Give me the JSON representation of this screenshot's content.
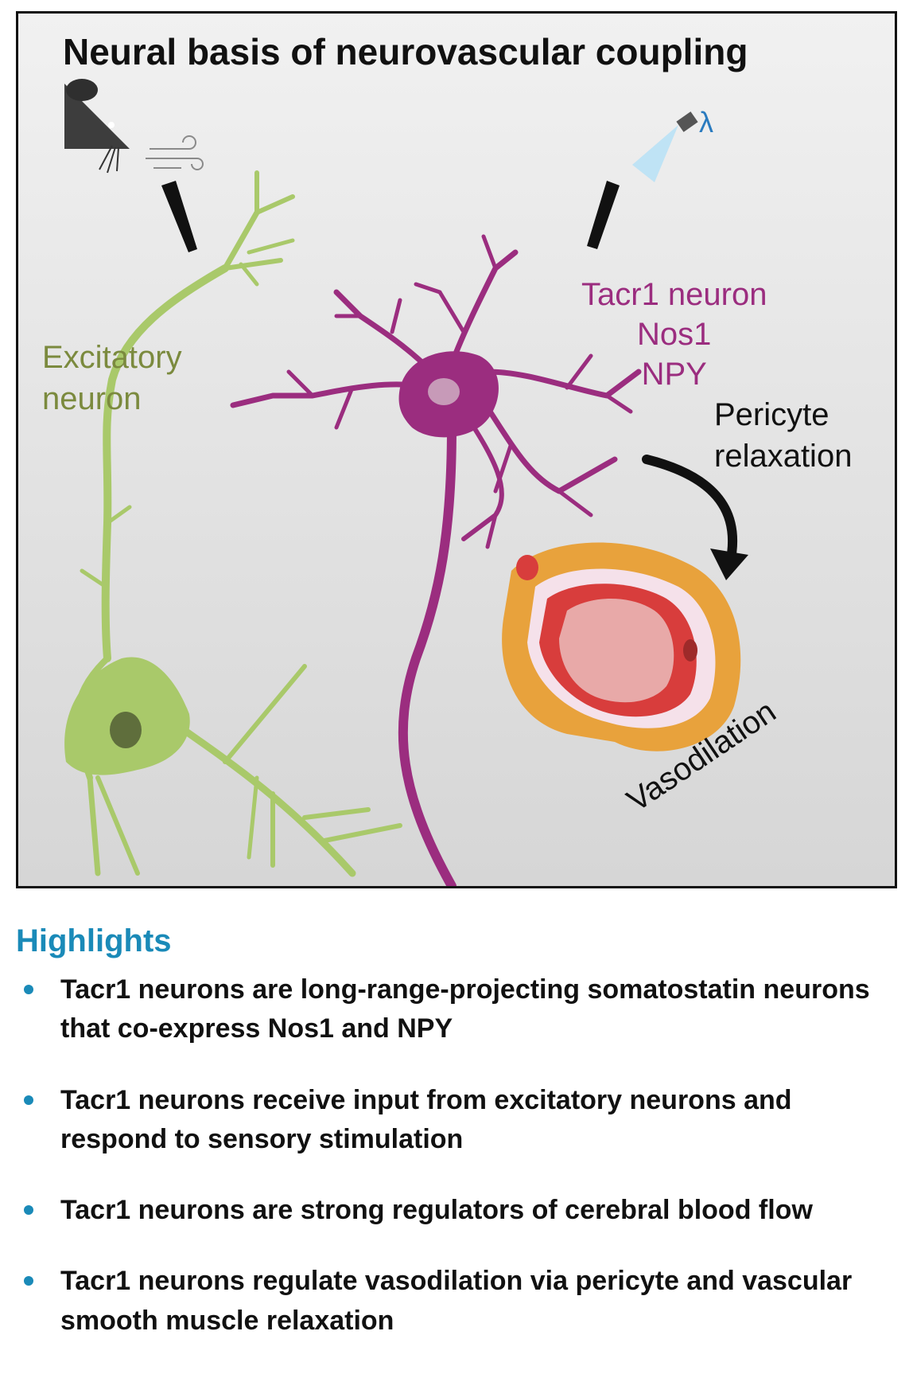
{
  "abstract": {
    "title": "Neural basis of neurovascular coupling",
    "excitatory_label": [
      "Excitatory",
      "neuron"
    ],
    "tacr1_label": [
      "Tacr1 neuron",
      "Nos1",
      "NPY"
    ],
    "pericyte_label": [
      "Pericyte",
      "relaxation"
    ],
    "vasodilation_label": "Vasodilation",
    "light_label": "λ",
    "icons": [
      "mouse-icon",
      "air-puff-icon",
      "light-source-icon",
      "arrow-icon"
    ],
    "colors": {
      "excitatory": "#a9c96a",
      "excitatory_nucleus": "#5f6e3c",
      "tacr1": "#9b2d7f",
      "tacr1_nucleus": "#c79ab8",
      "pericyte": "#e8a23c",
      "vessel_wall": "#d83d3c",
      "lumen": "#e8a9a8",
      "light": "#2a7bbf"
    }
  },
  "highlights": {
    "heading": "Highlights",
    "items": [
      "Tacr1 neurons are long-range-projecting somatostatin neurons that co-express Nos1 and NPY",
      "Tacr1 neurons receive input from excitatory neurons and respond to sensory stimulation",
      "Tacr1 neurons are strong regulators of cerebral blood flow",
      "Tacr1 neurons regulate vasodilation via pericyte and vascular smooth muscle relaxation"
    ]
  }
}
